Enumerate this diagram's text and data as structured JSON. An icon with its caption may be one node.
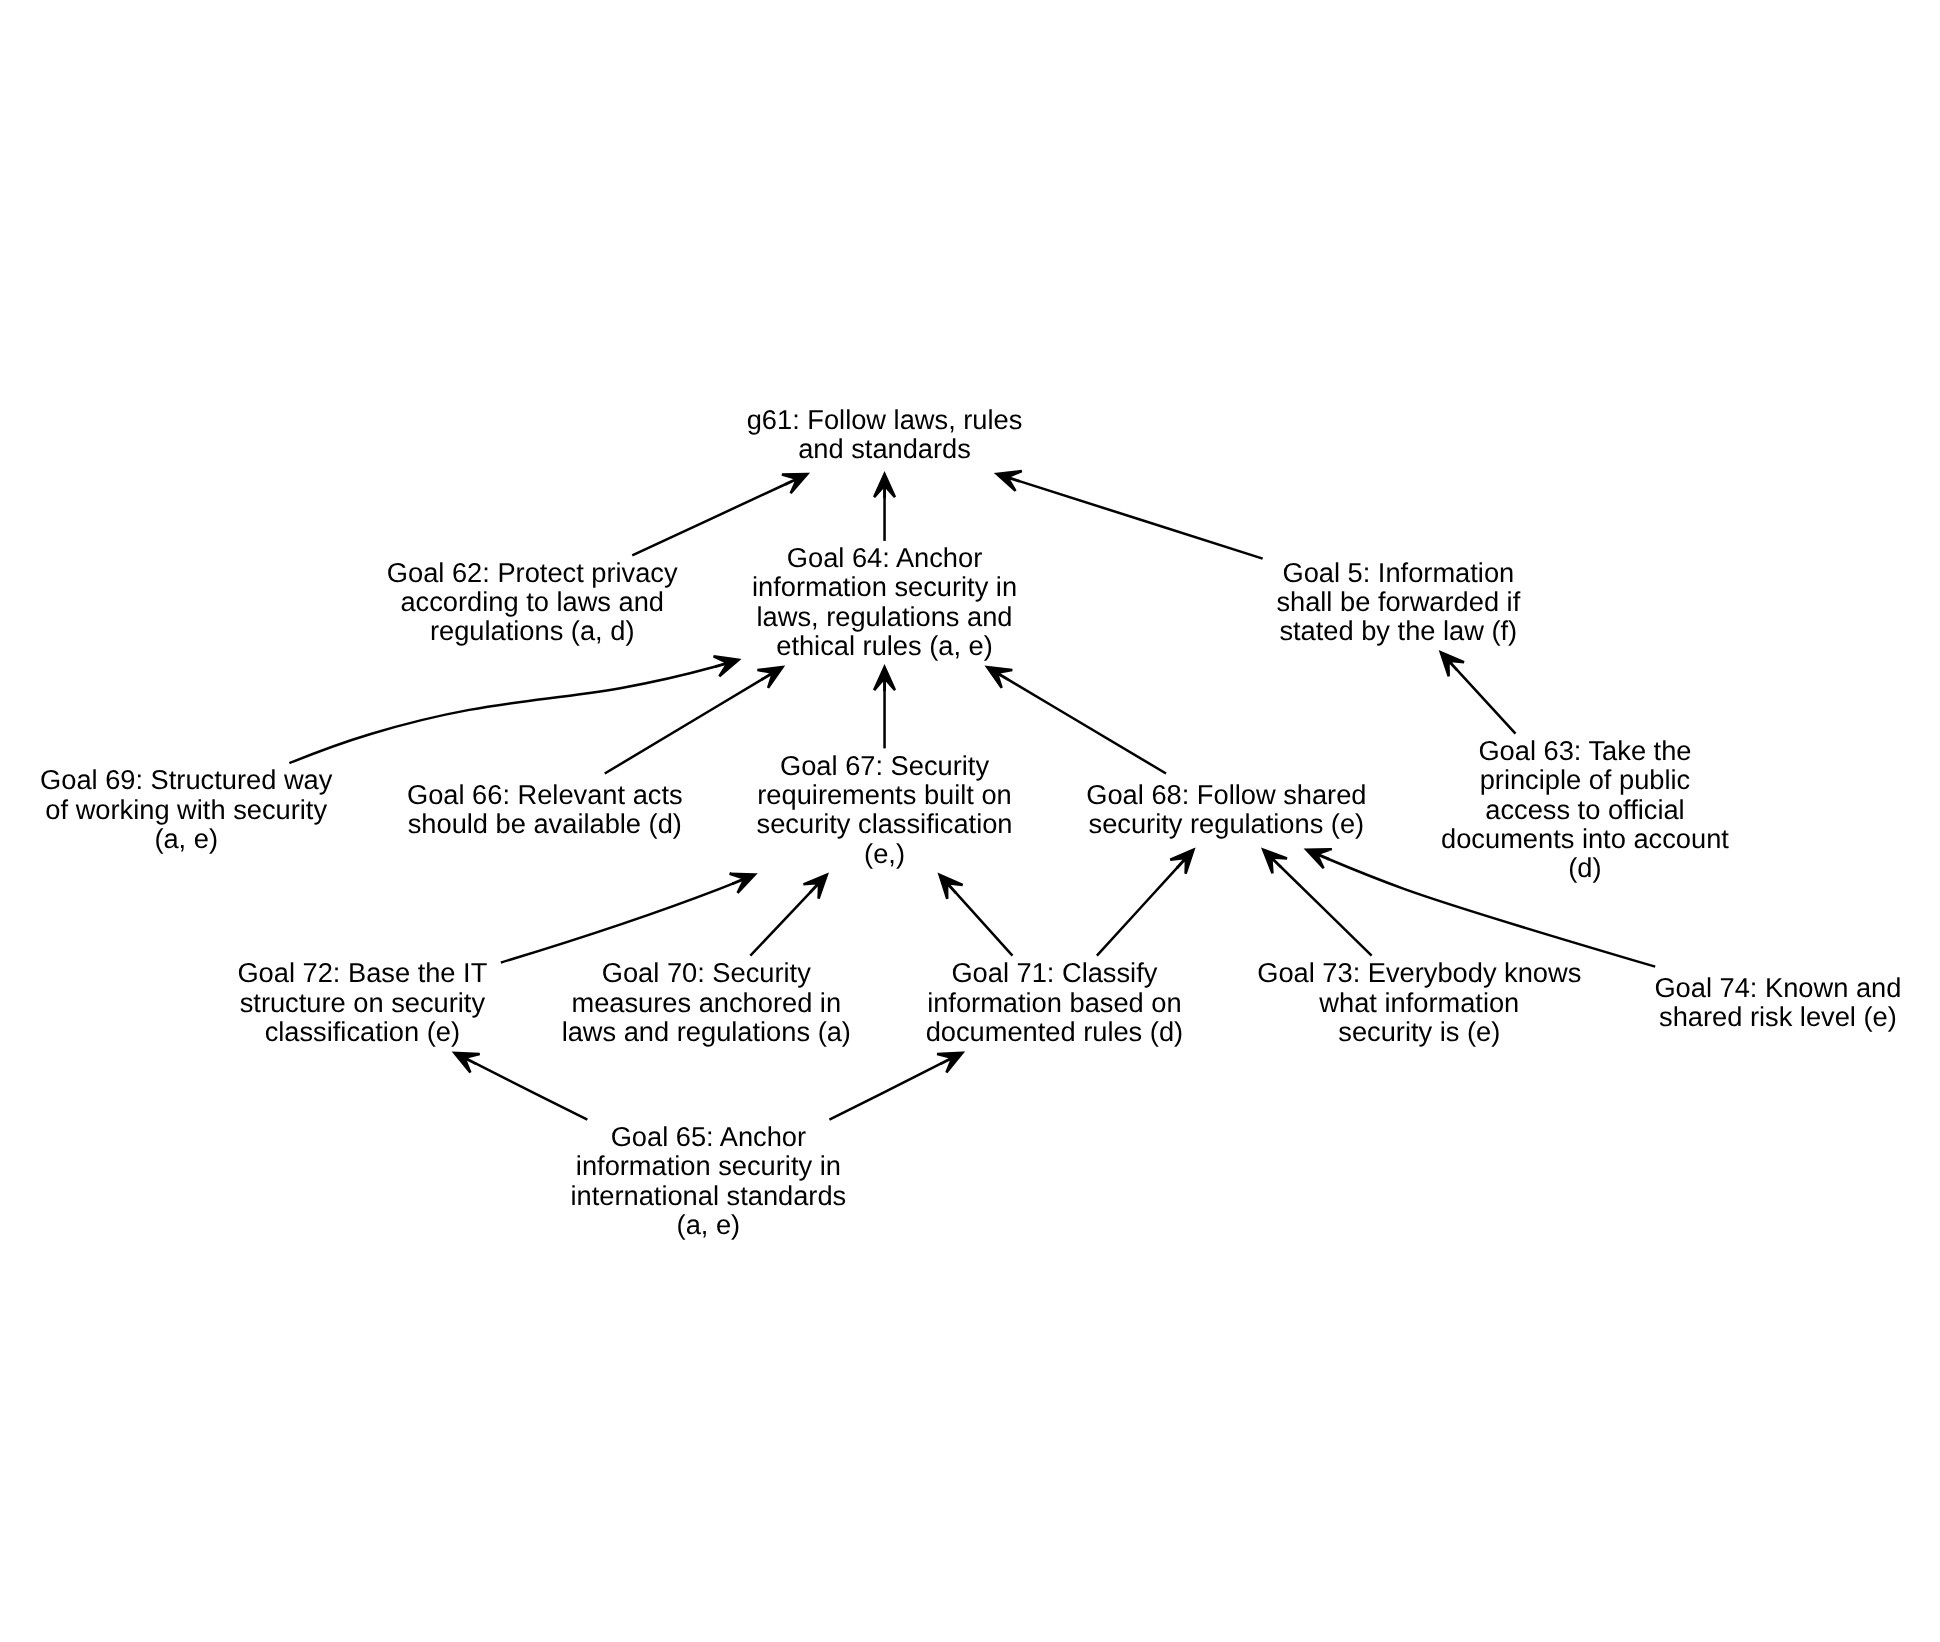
{
  "diagram": {
    "nodes": [
      {
        "text": [
          "g61: Follow laws, rules and standards"
        ]
      },
      {
        "text": [
          "Goal 62: Protect privacy according to laws and regulations (a, d)"
        ]
      },
      {
        "text": [
          "Goal 64: Anchor information security in laws, regulations and ethical rules (a, e)"
        ]
      },
      {
        "text": [
          "Goal 5: Information shall be forwarded if stated by the law (f)"
        ]
      },
      {
        "text": [
          "Goal 69: Structured way of working with security (a, e)"
        ]
      },
      {
        "text": [
          "Goal 66: Relevant acts should be available (d)"
        ]
      },
      {
        "text": [
          "Goal 68: Follow shared security regulations (e)"
        ]
      },
      {
        "text": [
          "Goal 67: Security requirements built on security classification (e,)"
        ]
      },
      {
        "text": [
          "Goal 72: Base the IT structure on security classification (e)"
        ]
      },
      {
        "text": [
          "Goal 63: Take the principle of public access to official documents into account (d)"
        ]
      },
      {
        "text": [
          "Goal 71: Classify information based on documented rules (d)"
        ]
      },
      {
        "text": [
          "Goal 70: Security measures anchored in laws and regulations (a)"
        ]
      },
      {
        "text": [
          "Goal 73: Everybody knows what information security is (e)"
        ]
      },
      {
        "text": [
          "Goal 74: Known and shared risk level (e)"
        ]
      },
      {
        "text": [
          "Goal 65: Anchor information security in international standards (a, e)"
        ]
      }
    ],
    "edges": [
      {
        "from": 1,
        "to": 0,
        "arrow": "to"
      },
      {
        "from": 3,
        "to": 0,
        "arrow": "to"
      },
      {
        "from": 2,
        "to": 0,
        "arrow": "to"
      },
      {
        "from": 4,
        "to": 2,
        "arrow": "to"
      },
      {
        "from": 5,
        "to": 2,
        "arrow": "to"
      },
      {
        "from": 6,
        "to": 2,
        "arrow": "to"
      },
      {
        "from": 7,
        "to": 2,
        "arrow": "to"
      },
      {
        "from": 9,
        "to": 3,
        "arrow": "to"
      },
      {
        "from": 12,
        "to": 6,
        "arrow": "to"
      },
      {
        "from": 13,
        "to": 6,
        "arrow": "to"
      },
      {
        "from": 10,
        "to": 6,
        "arrow": "to"
      },
      {
        "from": 10,
        "to": 7,
        "arrow": "to"
      },
      {
        "from": 11,
        "to": 7,
        "arrow": "to"
      },
      {
        "from": 8,
        "to": 7,
        "arrow": "to"
      },
      {
        "from": 14,
        "to": 10,
        "arrow": "to"
      },
      {
        "from": 14,
        "to": 8,
        "arrow": "to"
      }
    ]
  }
}
